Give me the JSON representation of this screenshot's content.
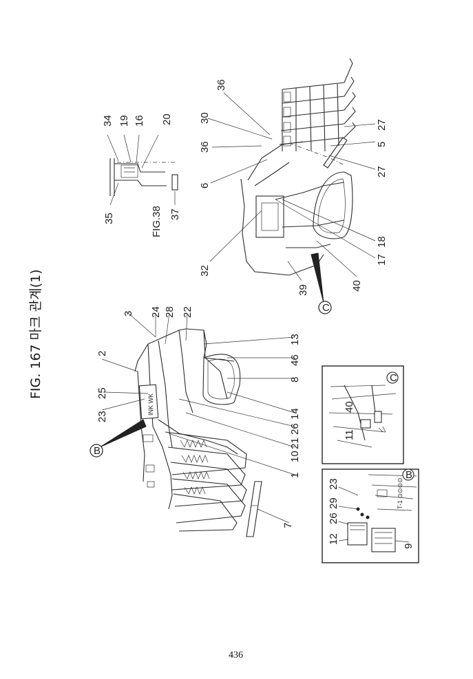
{
  "title": "FIG. 167 마크 관계(1)",
  "page_number": "436",
  "fig38_label": "FIG.38",
  "detail_b_letter": "B",
  "detail_c_letter": "C",
  "detail_b_plate_text": "T-1 ⊙⊙⊙⊙",
  "labels": {
    "l1": "1",
    "l2": "2",
    "l3": "3",
    "l5": "5",
    "l6": "6",
    "l7": "7",
    "l8": "8",
    "l9": "9",
    "l10": "10",
    "l11": "11",
    "l12": "12",
    "l13": "13",
    "l14": "14",
    "l16": "16",
    "l17": "17",
    "l18": "18",
    "l19": "19",
    "l20": "20",
    "l21": "21",
    "l22": "22",
    "l23a": "23",
    "l23b": "23",
    "l24": "24",
    "l25": "25",
    "l26a": "26",
    "l26b": "26",
    "l27a": "27",
    "l27b": "27",
    "l28": "28",
    "l29": "29",
    "l30": "30",
    "l32": "32",
    "l34": "34",
    "l35": "35",
    "l36a": "36",
    "l36b": "36",
    "l37": "37",
    "l39": "39",
    "l40a": "40",
    "l40b": "40",
    "l46": "46"
  }
}
